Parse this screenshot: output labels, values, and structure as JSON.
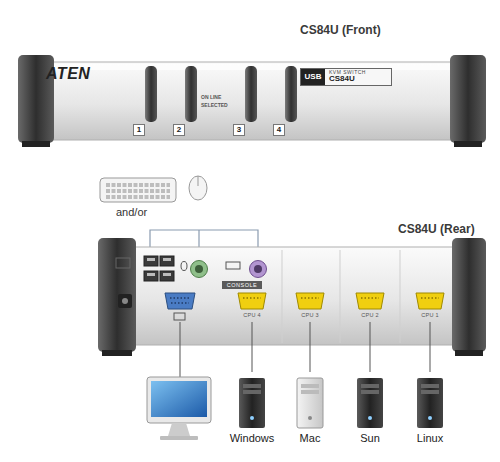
{
  "diagram": {
    "nodes": [
      {
        "text": [
          "CS84U (Front)",
          "ATEN"
        ]
      },
      {
        "text": [
          "1"
        ],
        "in": 0
      },
      {
        "text": [
          "2"
        ],
        "in": 0
      },
      {
        "text": [
          "3"
        ],
        "in": 0
      },
      {
        "text": [
          "4"
        ],
        "in": 0
      },
      {
        "text": [
          "USB",
          "KVM SWITCH",
          "CS84U"
        ],
        "in": 0
      },
      {
        "text": [
          "CS84U (Rear)"
        ]
      },
      {
        "text": [
          "CONSOLE"
        ],
        "in": 6
      },
      {
        "text": [
          "CPU 4"
        ],
        "in": 6
      },
      {
        "text": [
          "CPU 3"
        ],
        "in": 6
      },
      {
        "text": [
          "CPU 2"
        ],
        "in": 6
      },
      {
        "text": [
          "CPU 1"
        ],
        "in": 6
      },
      {
        "text": [
          "Windows"
        ]
      },
      {
        "text": [
          "Mac"
        ]
      },
      {
        "text": [
          "Sun"
        ]
      },
      {
        "text": [
          "Linux"
        ]
      }
    ],
    "edges": [
      {
        "from": 8,
        "to": 12,
        "arrow": "none"
      },
      {
        "from": 9,
        "to": 13,
        "arrow": "none"
      },
      {
        "from": 10,
        "to": 14,
        "arrow": "none"
      },
      {
        "from": 11,
        "to": 15,
        "arrow": "none"
      }
    ],
    "labels": [
      "and/or",
      "ON LINE",
      "SELECTED"
    ]
  }
}
